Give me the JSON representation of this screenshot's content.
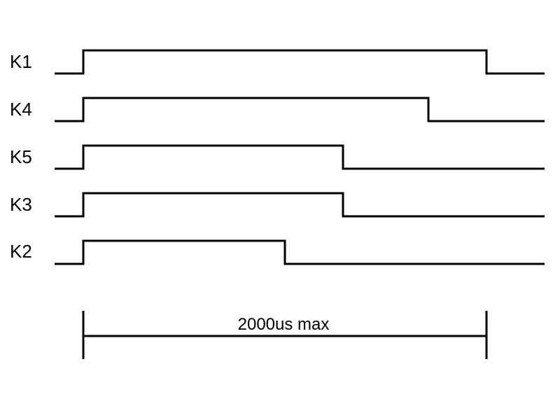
{
  "diagram": {
    "signals": [
      {
        "id": "k1",
        "name": "K1"
      },
      {
        "id": "k4",
        "name": "K4"
      },
      {
        "id": "k5",
        "name": "K5"
      },
      {
        "id": "k3",
        "name": "K3"
      },
      {
        "id": "k2",
        "name": "K2"
      }
    ],
    "duration_label": "2000us max",
    "colors": {
      "line": "#000000",
      "background": "#ffffff"
    }
  }
}
